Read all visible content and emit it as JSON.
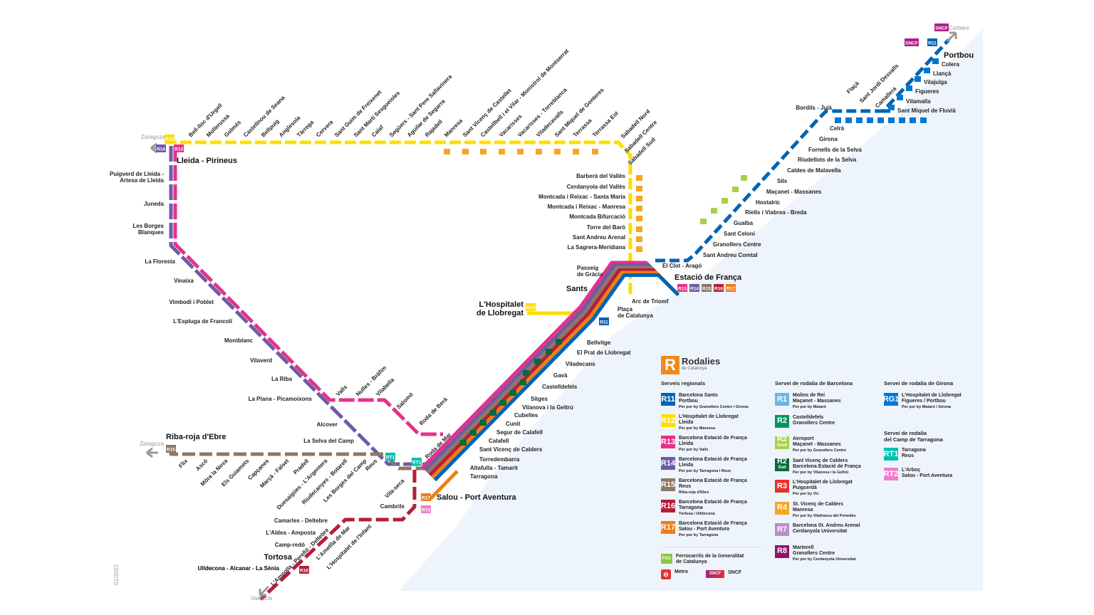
{
  "colors": {
    "R11": "#0064b4",
    "R12": "#ffdd00",
    "R13": "#e6308a",
    "R14": "#6e5aa5",
    "R15": "#8c7864",
    "R16": "#b41e3c",
    "R17": "#ee7d1a",
    "R1": "#6bb6e4",
    "R2": "#00965a",
    "R2N": "#a6d146",
    "R2S": "#006b3c",
    "R3": "#e5322d",
    "R4": "#f5a623",
    "R7": "#b98fc9",
    "R8": "#91136b",
    "RG1": "#0078d2",
    "RT1": "#00c1b0",
    "RT2": "#f07dcb",
    "FGC": "#8cc63f",
    "sea": "#eef4fb"
  },
  "map": {
    "lleida": "Lleida - Pirineus",
    "riba": "Riba-roja d'Ebre",
    "tortosa": "Tortosa",
    "salou": "Salou - Port Aventura",
    "sants": "Sants",
    "hospitalet": [
      "L'Hospitalet",
      "de Llobregat"
    ],
    "franca": "Estació de França",
    "portbou": "Portbou",
    "zaragoza1": "Zaragoza",
    "zaragoza2": "Zaragoza",
    "valencia": "València",
    "cerbere": "Cerbère",
    "date": "01/2022",
    "r12_north": [
      "Bell-lloc d'Urgell",
      "Mollerussa",
      "Golmés",
      "Castellnou de Seana",
      "Bellpuig",
      "Anglesola",
      "Tàrrega",
      "Cervera",
      "Sant Guim de Freixenet",
      "Sant Martí Sesgueioles",
      "Calaf",
      "Següers - Sant Pere Sallavinera",
      "Aguilar de Segarra",
      "Rajadell",
      "Manresa",
      "Sant Vicenç de Castellet",
      "Castellbell i el Vilar - Monistrol de Montserrat",
      "Vacarisses",
      "Vacarisses - Torreblanca",
      "Viladecavalls",
      "Sant Miquel de Gonteres",
      "Terrassa",
      "Terrassa Est"
    ],
    "sabadell": [
      "Sabadell Nord",
      "Sabadell Centre",
      "Sabadell Sud"
    ],
    "valles": [
      "Barberà del Vallès",
      "Cerdanyola del Vallès",
      "Montcada i Reixac - Santa Maria",
      "Montcada i Reixac - Manresa",
      "Montcada Bifurcació",
      "Torre del Baró",
      "Sant Andreu Arenal",
      "La Sagrera-Meridiana"
    ],
    "west": [
      "Puigverd de Lleida -",
      "Artesa de Lleida",
      "Juneda",
      "Les Borges",
      "Blanques",
      "La Floresta",
      "Vinaixa",
      "Vimbodí i Poblet",
      "L'Espluga de Francolí",
      "Montblanc",
      "Vilaverd",
      "La Riba",
      "La Plana - Picamoixons",
      "Alcover",
      "La Selva del Camp"
    ],
    "valls": [
      "Valls",
      "Nulles - Bràfim",
      "Vilabella",
      "Salomó",
      "Roda de Berà",
      "Roda de Mar"
    ],
    "r15": [
      "Flix",
      "Ascó",
      "Móra la Nova",
      "Els Guiamets",
      "Capçanes",
      "Marçà - Falset",
      "Pradell",
      "Duesaigües - L'Argentera",
      "Riudecanyes - Botarell",
      "Les Borges del Camp",
      "Reus"
    ],
    "south": [
      "Vila-seca",
      "Cambrils",
      "Camarles - Deltebre",
      "L'Aldea - Amposta",
      "Camp-redó",
      "Ulldecona - Alcanar - La Sènia",
      "L'Ampolla - Perelló - Deltebre",
      "L'Ametlla de Mar",
      "L'Hospitalet de l'Infant"
    ],
    "coast": [
      "Tarragona",
      "Altafulla - Tamarit",
      "Torredembarra",
      "Sant Vicenç de Calders",
      "Calafell",
      "Segur de Calafell",
      "Cunit",
      "Cubelles",
      "Vilanova i la Geltrú",
      "Sitges",
      "Castelldefels",
      "Gavà",
      "Viladecans",
      "El Prat de Llobregat",
      "Bellvitge"
    ],
    "center": [
      "Passeig",
      "de Gràcia",
      "Arc de Triomf",
      "Plaça",
      "de Catalunya",
      "El Clot - Aragó"
    ],
    "north": [
      "Sant Andreu Comtal",
      "Granollers Centre",
      "Sant Celoni",
      "Gualba",
      "Riells i Viabrea - Breda",
      "Hostalric",
      "Maçanet - Massanes",
      "Sils",
      "Caldes de Malavella",
      "Riudellots de la Selva",
      "Fornells de la Selva",
      "Girona",
      "Celrà",
      "Bordils - Juià",
      "Flaçà",
      "Sant Jordi Desvalls",
      "Camallera",
      "Sant Miquel de Fluvià",
      "Vilamalla",
      "Figueres",
      "Vilajuïga",
      "Llançà",
      "Colera"
    ],
    "badges": {
      "r11": "R11",
      "r12": "R12",
      "r13": "R13",
      "r14": "R14",
      "r15": "R15",
      "r16": "R16",
      "r17": "R17",
      "rt2": "RT2",
      "rt1": "RT1",
      "sncf": "SNCF"
    }
  },
  "legend": {
    "logo": "R",
    "brand": "Rodalies",
    "brand_sub": "de Catalunya",
    "head_regional": "Serveis regionals",
    "head_bcn": "Servei de rodalia de Barcelona",
    "head_girona": "Servei de rodalia de Girona",
    "head_tgn": [
      "Servei de rodalia",
      "del Camp de Tarragona"
    ],
    "regional": [
      {
        "code": "R11",
        "l1": "Barcelona Sants",
        "l2": "Portbou",
        "via": "Per por by Granollers Centre i Girona"
      },
      {
        "code": "R12",
        "l1": "L'Hospitalet de Llobregat",
        "l2": "Lleida",
        "via": "Per por by Manresa"
      },
      {
        "code": "R13",
        "l1": "Barcelona Estació de França",
        "l2": "Lleida",
        "via": "Per por by Valls"
      },
      {
        "code": "R14",
        "l1": "Barcelona Estació de França",
        "l2": "Lleida",
        "via": "Per por by Tarragona i Reus"
      },
      {
        "code": "R15",
        "l1": "Barcelona Estació de França",
        "l2": "Reus",
        "via": "Riba-roja d'Ebre"
      },
      {
        "code": "R16",
        "l1": "Barcelona Estació de França",
        "l2": "Tarragona",
        "via": "Tortosa / Ulldecona"
      },
      {
        "code": "R17",
        "l1": "Barcelona Estació de França",
        "l2": "Salou - Port Aventura",
        "via": "Per por by Tarragona"
      }
    ],
    "bcn": [
      {
        "code": "R1",
        "l1": "Molins de Rei",
        "l2": "Maçanet - Massanes",
        "via": "Per por by Mataró"
      },
      {
        "code": "R2",
        "l1": "Castelldefels",
        "l2": "Granollers Centre",
        "via": ""
      },
      {
        "code": "R2",
        "sub": "Nord",
        "l1": "Aeroport",
        "l2": "Maçanet - Massanes",
        "via": "Per por by Granollers Centre"
      },
      {
        "code": "R2",
        "sub": "Sud",
        "l1": "Sant Vicenç de Calders",
        "l2": "Barcelona Estació de França",
        "via": "Per por by Vilanova i la Geltrú"
      },
      {
        "code": "R3",
        "l1": "L'Hospitalet de Llobregat",
        "l2": "Puigcerdà",
        "via": "Per por by Vic"
      },
      {
        "code": "R4",
        "l1": "St. Vicenç de Calders",
        "l2": "Manresa",
        "via": "Per por by Vilafranca del Penedès"
      },
      {
        "code": "R7",
        "l1": "Barcelona St. Andreu Arenal",
        "l2": "Cerdanyola Universitat",
        "via": ""
      },
      {
        "code": "R8",
        "l1": "Martorell",
        "l2": "Granollers Centre",
        "via": "Per por by Cerdanyola Universitat"
      }
    ],
    "girona": [
      {
        "code": "RG1",
        "l1": "L'Hospitalet de Llobregat",
        "l2": "Figueres / Portbou",
        "via": "Per por by Mataró i Girona"
      }
    ],
    "tgn": [
      {
        "code": "RT1",
        "l1": "Tarragona",
        "l2": "Reus",
        "via": ""
      },
      {
        "code": "RT2",
        "l1": "L'Arboç",
        "l2": "Salou - Port Aventura",
        "via": ""
      }
    ],
    "fgc": [
      "Ferrocarrils de la Generalitat",
      "de Catalunya"
    ],
    "metro": "Metro",
    "sncf": "SNCF",
    "sncf_logo": "SNCF",
    "fgc_logo": "FGC"
  }
}
